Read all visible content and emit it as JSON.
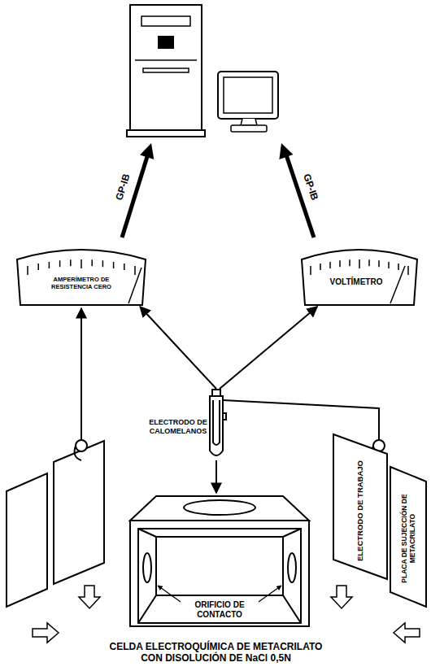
{
  "diagram": {
    "caption": "CELDA ELECTROQUÍMICA DE METACRILATO CON DISOLUCIÓN DE NaCl 0,5N",
    "nodes": [
      {
        "text": [
          "AMPERÍMETRO DE RESISTENCIA CERO"
        ]
      },
      {
        "text": [
          "VOLTÍMETRO"
        ]
      },
      {
        "text": [
          "ELECTRODO DE CALOMELANOS"
        ]
      },
      {
        "text": [
          "ELECTRODO DE TRABAJO"
        ]
      },
      {
        "text": [
          "PLACA DE SUJECCIÓN DE METACRILATO"
        ]
      },
      {
        "text": [
          "ORIFICIO DE CONTACTO"
        ]
      }
    ],
    "edges": [
      {
        "from": 2,
        "to": 0,
        "arrow": "to"
      },
      {
        "from": 2,
        "to": 1,
        "arrow": "to"
      },
      {
        "from": 2,
        "to": 5,
        "arrow": "to"
      }
    ],
    "labels": [
      "GP-IB",
      "GP-IB"
    ]
  }
}
